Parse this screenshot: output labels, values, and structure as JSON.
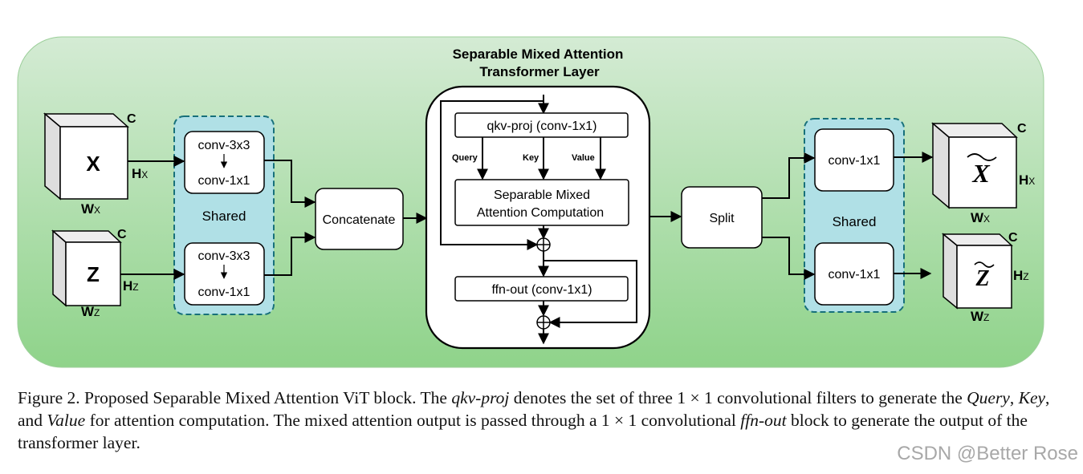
{
  "diagram": {
    "title_line1": "Separable Mixed Attention",
    "title_line2": "Transformer Layer",
    "input_x": {
      "letter": "X",
      "c": "C",
      "h": "H",
      "h_sub": "X",
      "w": "W",
      "w_sub": "X"
    },
    "input_z": {
      "letter": "Z",
      "c": "C",
      "h": "H",
      "h_sub": "Z",
      "w": "W",
      "w_sub": "Z"
    },
    "shared_left": {
      "label": "Shared",
      "top_a": "conv-3x3",
      "top_b": "conv-1x1",
      "bot_a": "conv-3x3",
      "bot_b": "conv-1x1"
    },
    "concatenate": "Concatenate",
    "qkv": "qkv-proj (conv-1x1)",
    "query": "Query",
    "key": "Key",
    "value": "Value",
    "sma_line1": "Separable Mixed",
    "sma_line2": "Attention Computation",
    "ffn": "ffn-out (conv-1x1)",
    "split": "Split",
    "shared_right": {
      "label": "Shared",
      "top": "conv-1x1",
      "bottom": "conv-1x1"
    },
    "output_x": {
      "letter": "X",
      "c": "C",
      "h": "H",
      "h_sub": "X",
      "w": "W",
      "w_sub": "X"
    },
    "output_z": {
      "letter": "Z",
      "c": "C",
      "h": "H",
      "h_sub": "Z",
      "w": "W",
      "w_sub": "Z"
    }
  },
  "caption": {
    "p1": "Figure 2. Proposed Separable Mixed Attention ViT block. The ",
    "i1": "qkv-proj",
    "p2": " denotes the set of three 1 × 1 convolutional filters to generate the ",
    "i2": "Query",
    "p3": ", ",
    "i3": "Key",
    "p4": ", and ",
    "i4": "Value",
    "p5": " for attention computation. The mixed attention output is passed through a 1 × 1 convolutional ",
    "i5": "ffn-out",
    "p6": " block to generate the output of the transformer layer."
  },
  "watermark": "CSDN @Better Rose",
  "colors": {
    "panel_top": "#d2ead2",
    "panel_bottom": "#8ed58a",
    "shared_fill": "#b0e0e6",
    "shared_border": "#17707a",
    "stroke": "#000000"
  }
}
